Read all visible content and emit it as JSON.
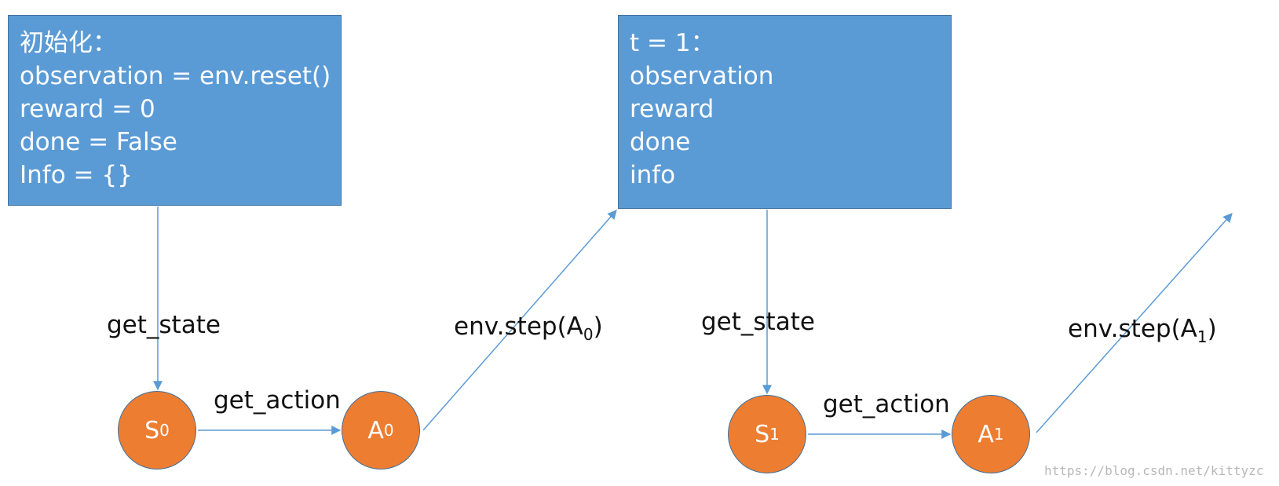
{
  "init_box": {
    "lines": [
      "初始化：",
      "observation = env.reset()",
      "reward = 0",
      "done = False",
      "Info = {}"
    ]
  },
  "t1_box": {
    "lines": [
      "t = 1：",
      "observation",
      "reward",
      "done",
      "info"
    ]
  },
  "nodes": {
    "s0": {
      "letter": "S",
      "index": "0"
    },
    "a0": {
      "letter": "A",
      "index": "0"
    },
    "s1": {
      "letter": "S",
      "index": "1"
    },
    "a1": {
      "letter": "A",
      "index": "1"
    }
  },
  "edges": {
    "get_state_1": "get_state",
    "get_action_1": "get_action",
    "env_step_1": {
      "prefix": "env.step(A",
      "index": "0",
      "suffix": ")"
    },
    "get_state_2": "get_state",
    "get_action_2": "get_action",
    "env_step_2": {
      "prefix": "env.step(A",
      "index": "1",
      "suffix": ")"
    }
  },
  "watermark": "https://blog.csdn.net/kittyzc",
  "colors": {
    "box_fill": "#5b9bd5",
    "box_border": "#41719c",
    "node_fill": "#ed7d31",
    "arrow": "#5b9bd5",
    "text_dark": "#111111",
    "text_light": "#ffffff"
  }
}
